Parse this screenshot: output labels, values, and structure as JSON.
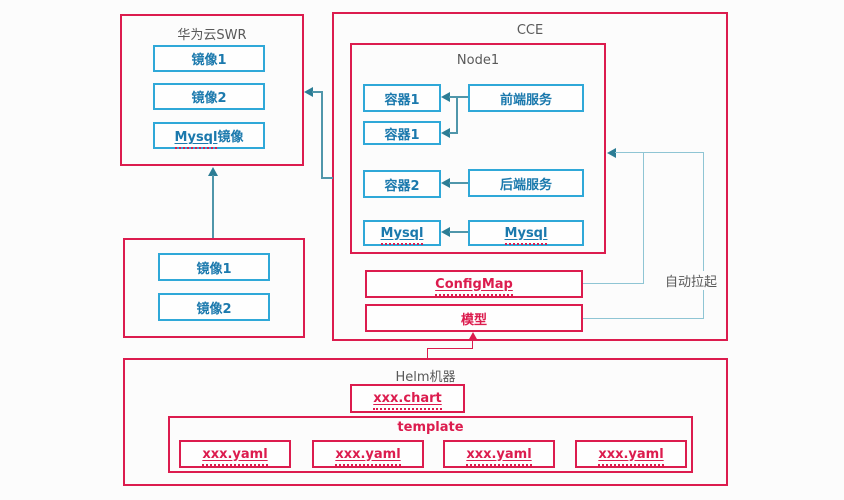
{
  "colors": {
    "red": "#dc1c4e",
    "blue_border": "#2fa8d8",
    "blue_text": "#1b79ad",
    "gray_text": "#595959",
    "line_teal": "#4f96aa",
    "line_light": "#8fc5d4",
    "arrow_teal": "#2c7d95"
  },
  "swr": {
    "title": "华为云SWR",
    "image1": "镜像1",
    "image2": "镜像2",
    "mysql_image": {
      "prefix": "Mysql",
      "suffix": "镜像"
    }
  },
  "local": {
    "image1": "镜像1",
    "image2": "镜像2"
  },
  "cce": {
    "title": "CCE",
    "node": {
      "title": "Node1",
      "container1a": "容器1",
      "container1b": "容器1",
      "container2": "容器2",
      "mysql": "Mysql",
      "frontend": "前端服务",
      "backend": "后端服务",
      "mysql_svc": "Mysql"
    },
    "configmap": "ConfigMap",
    "model": "模型"
  },
  "labels": {
    "auto_pull": "自动拉起"
  },
  "helm": {
    "title": "Helm机器",
    "chart": "xxx.chart",
    "template": {
      "title": "template",
      "files": [
        "xxx.yaml",
        "xxx.yaml",
        "xxx.yaml",
        "xxx.yaml"
      ]
    }
  }
}
